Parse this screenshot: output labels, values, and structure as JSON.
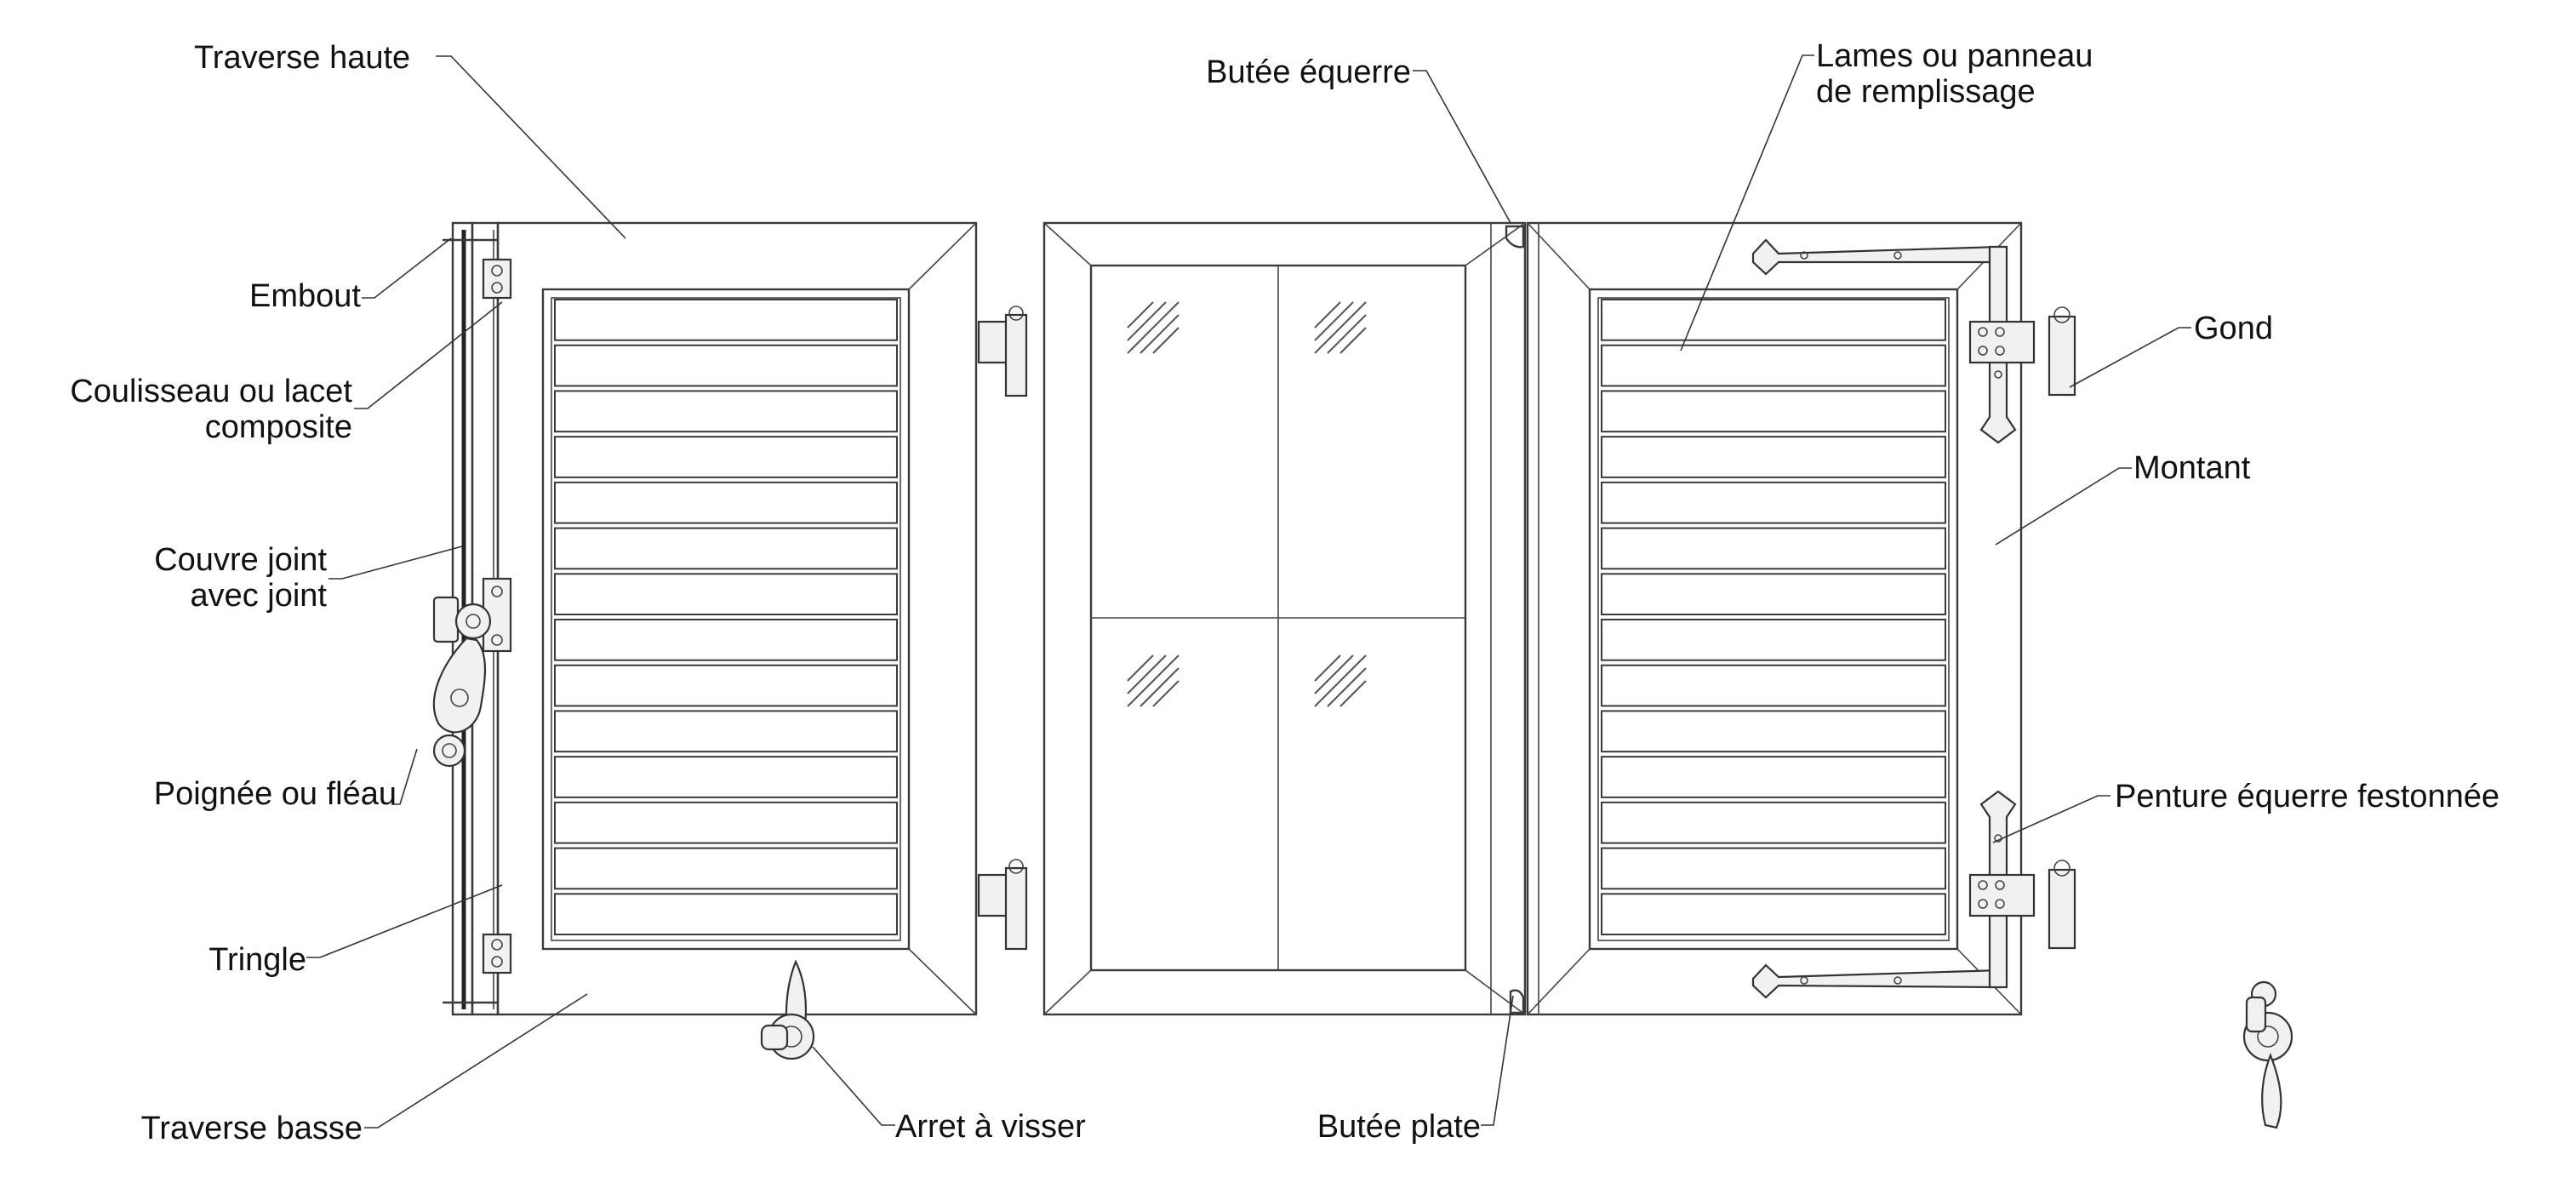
{
  "labels": {
    "traverse_haute": "Traverse haute",
    "embout": "Embout",
    "coulisseau_line1": "Coulisseau ou lacet",
    "coulisseau_line2": "composite",
    "couvre_joint_line1": "Couvre joint",
    "couvre_joint_line2": "avec joint",
    "poignee": "Poignée ou fléau",
    "tringle": "Tringle",
    "traverse_basse": "Traverse basse",
    "arret_a_visser": "Arret à visser",
    "butee_equerre": "Butée équerre",
    "butee_plate": "Butée plate",
    "lames_line1": "Lames ou panneau",
    "lames_line2": "de remplissage",
    "gond": "Gond",
    "montant": "Montant",
    "penture": "Penture équerre festonnée"
  },
  "colors": {
    "line": "#3a3a3a",
    "text": "#111111",
    "background": "#ffffff"
  }
}
